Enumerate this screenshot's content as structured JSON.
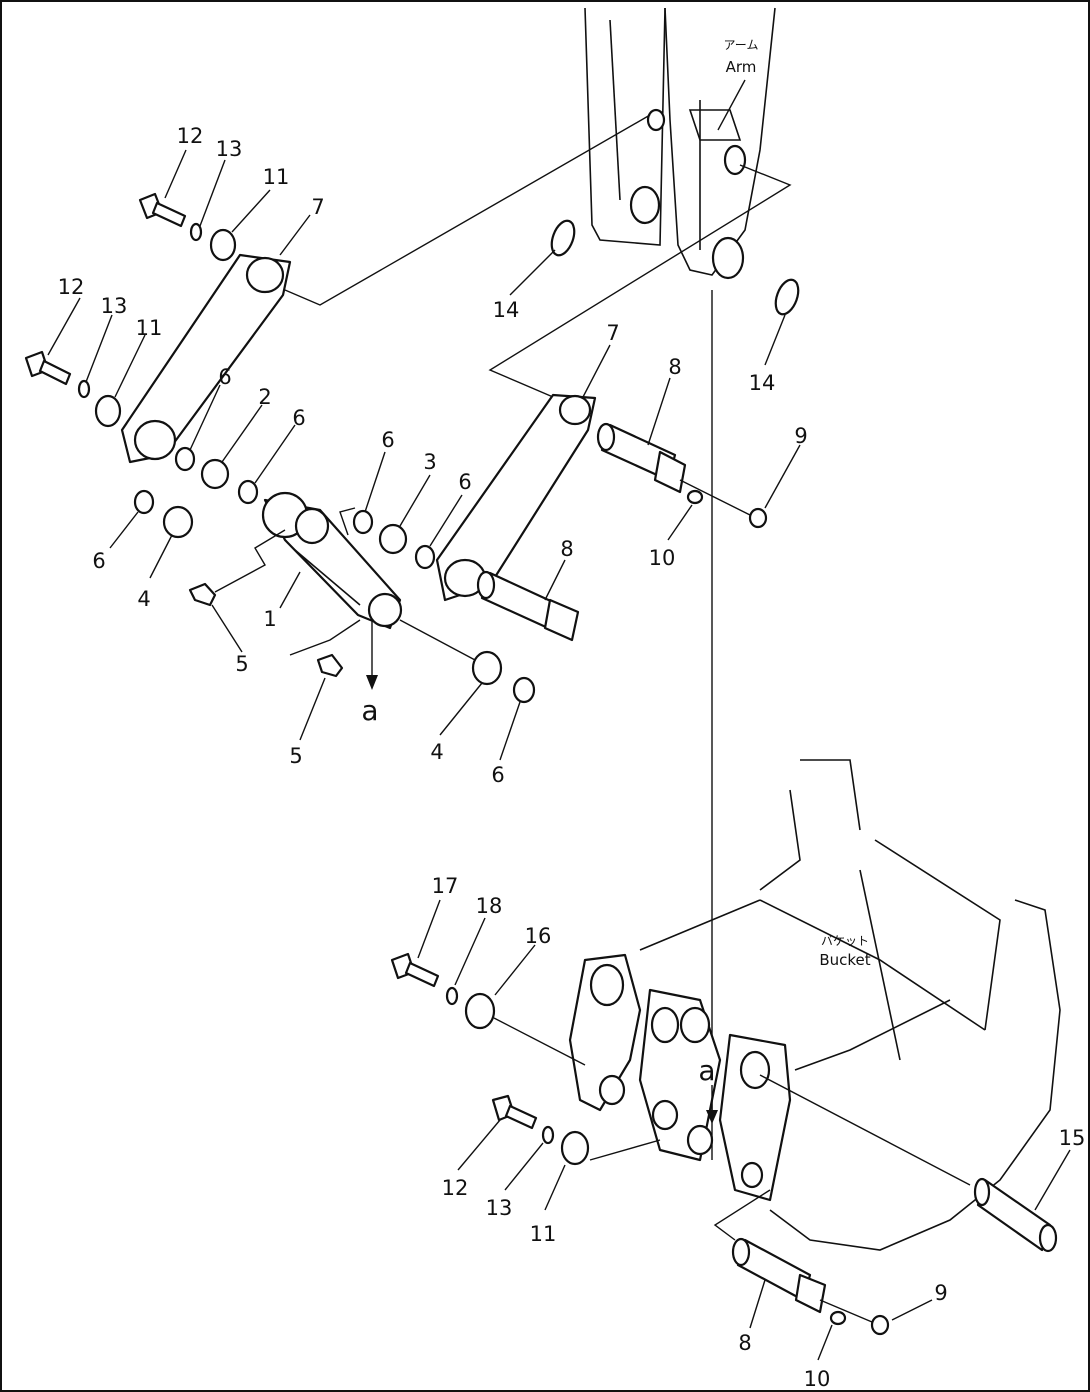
{
  "notes": {
    "arm_jp": "アーム",
    "arm_en": "Arm",
    "bucket_jp": "バケット",
    "bucket_en": "Bucket"
  },
  "detail_marker": "a",
  "callouts": {
    "c1": "1",
    "c2": "2",
    "c3": "3",
    "c4a": "4",
    "c4b": "4",
    "c5a": "5",
    "c5b": "5",
    "c6a": "6",
    "c6b": "6",
    "c6c": "6",
    "c6d": "6",
    "c6e": "6",
    "c6f": "6",
    "c7a": "7",
    "c7b": "7",
    "c8a": "8",
    "c8b": "8",
    "c8c": "8",
    "c9a": "9",
    "c9b": "9",
    "c10a": "10",
    "c10b": "10",
    "c11a": "11",
    "c11b": "11",
    "c11c": "11",
    "c12a": "12",
    "c12b": "12",
    "c12c": "12",
    "c13a": "13",
    "c13b": "13",
    "c13c": "13",
    "c14a": "14",
    "c14b": "14",
    "c15": "15",
    "c16": "16",
    "c17": "17",
    "c18": "18"
  }
}
